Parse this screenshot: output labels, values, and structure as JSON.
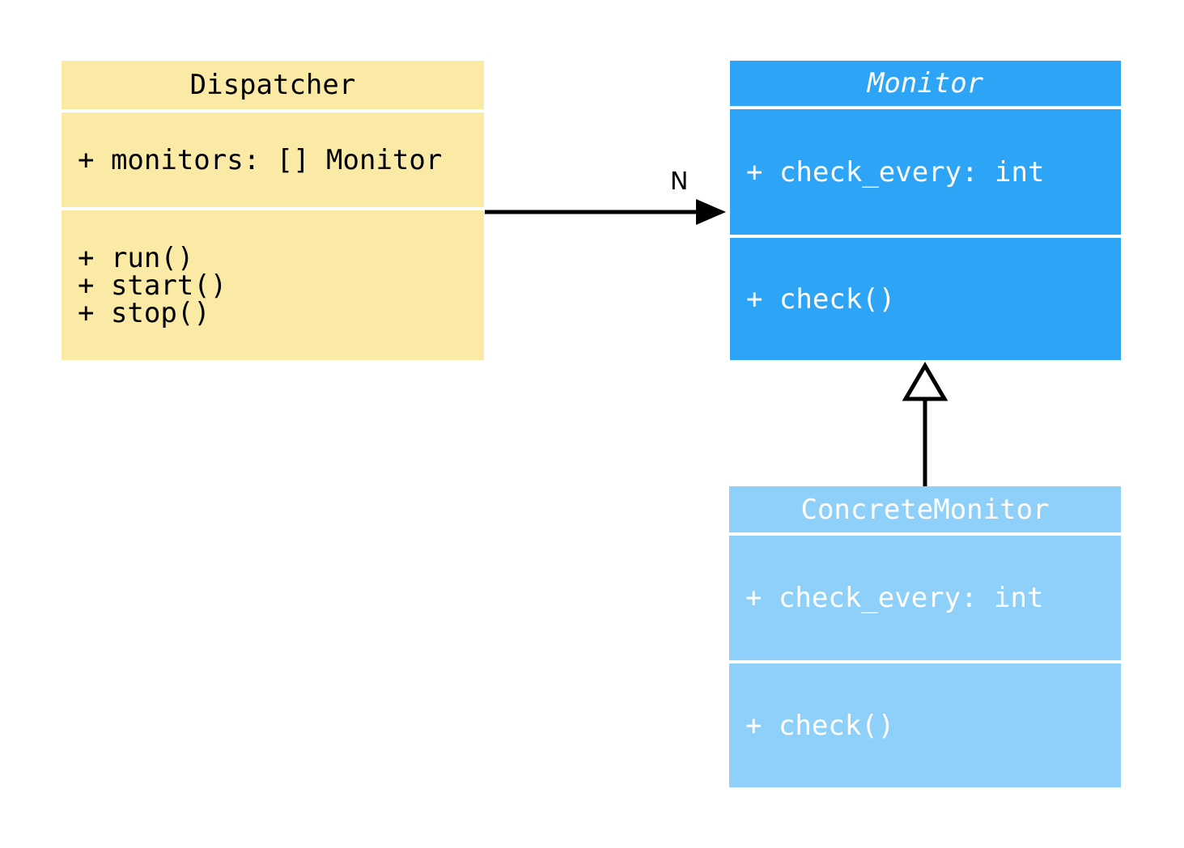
{
  "diagram": {
    "type": "uml-class-diagram",
    "background_color": "#ffffff",
    "classes": [
      {
        "name": "Dispatcher",
        "abstract": false,
        "fill_color": "#fbe9a6",
        "text_color": "#000000",
        "attributes": [
          "+ monitors: [] Monitor"
        ],
        "methods": [
          "+ run()",
          "+ start()",
          "+ stop()"
        ]
      },
      {
        "name": "Monitor",
        "abstract": true,
        "fill_color": "#2ea4f7",
        "text_color": "#ffffff",
        "attributes": [
          "+ check_every: int"
        ],
        "methods": [
          "+ check()"
        ]
      },
      {
        "name": "ConcreteMonitor",
        "abstract": false,
        "fill_color": "#8fd0fa",
        "text_color": "#ffffff",
        "attributes": [
          "+ check_every: int"
        ],
        "methods": [
          "+ check()"
        ]
      }
    ],
    "relations": [
      {
        "type": "association",
        "from": "Dispatcher",
        "to": "Monitor",
        "label": "N",
        "line_color": "#000000"
      },
      {
        "type": "inheritance",
        "from": "ConcreteMonitor",
        "to": "Monitor",
        "label": "",
        "line_color": "#000000"
      }
    ]
  }
}
